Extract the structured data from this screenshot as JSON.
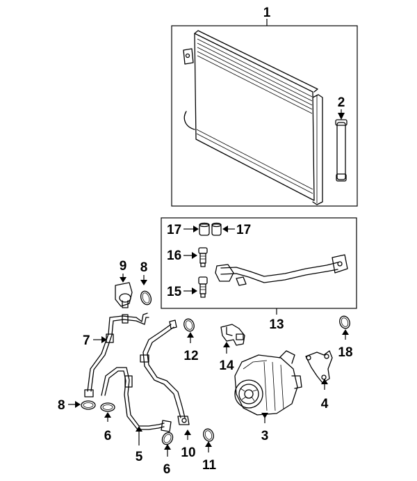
{
  "diagram": {
    "callouts": {
      "c1": "1",
      "c2": "2",
      "c3": "3",
      "c4": "4",
      "c5": "5",
      "c6a": "6",
      "c6b": "6",
      "c7": "7",
      "c8a": "8",
      "c8b": "8",
      "c9": "9",
      "c10": "10",
      "c11": "11",
      "c12": "12",
      "c13": "13",
      "c14": "14",
      "c15": "15",
      "c16": "16",
      "c17a": "17",
      "c17b": "17",
      "c18": "18"
    },
    "icons": {
      "condenser": "condenser-icon",
      "drier": "receiver-drier-icon",
      "compressor": "compressor-icon",
      "bracket": "bracket-icon",
      "hose": "hose-icon",
      "o_ring": "o-ring-icon",
      "switch": "pressure-switch-icon",
      "valve": "service-valve-icon",
      "cap": "valve-cap-icon"
    },
    "colors": {
      "line": "#000000",
      "background": "#ffffff"
    }
  }
}
